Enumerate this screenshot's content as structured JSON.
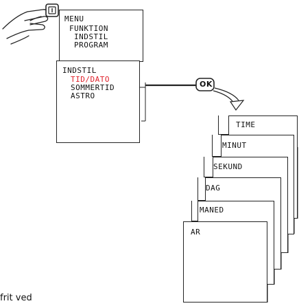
{
  "menu_screen": {
    "title": "MENU",
    "items": [
      "FUNKTION",
      "INDSTIL",
      "PROGRAM"
    ]
  },
  "settings_screen": {
    "title": "INDSTIL",
    "items": [
      {
        "label": "TID/DATO",
        "highlighted": true
      },
      {
        "label": "SOMMERTID",
        "highlighted": false
      },
      {
        "label": "ASTRO",
        "highlighted": false
      }
    ]
  },
  "ok_button": {
    "label": "OK"
  },
  "date_time_cards": [
    "TIME",
    "MINUT",
    "SEKUND",
    "DAG",
    "MANED",
    "AR"
  ],
  "caption": "frit ved",
  "colors": {
    "highlight": "#e0202a",
    "line": "#222222"
  }
}
